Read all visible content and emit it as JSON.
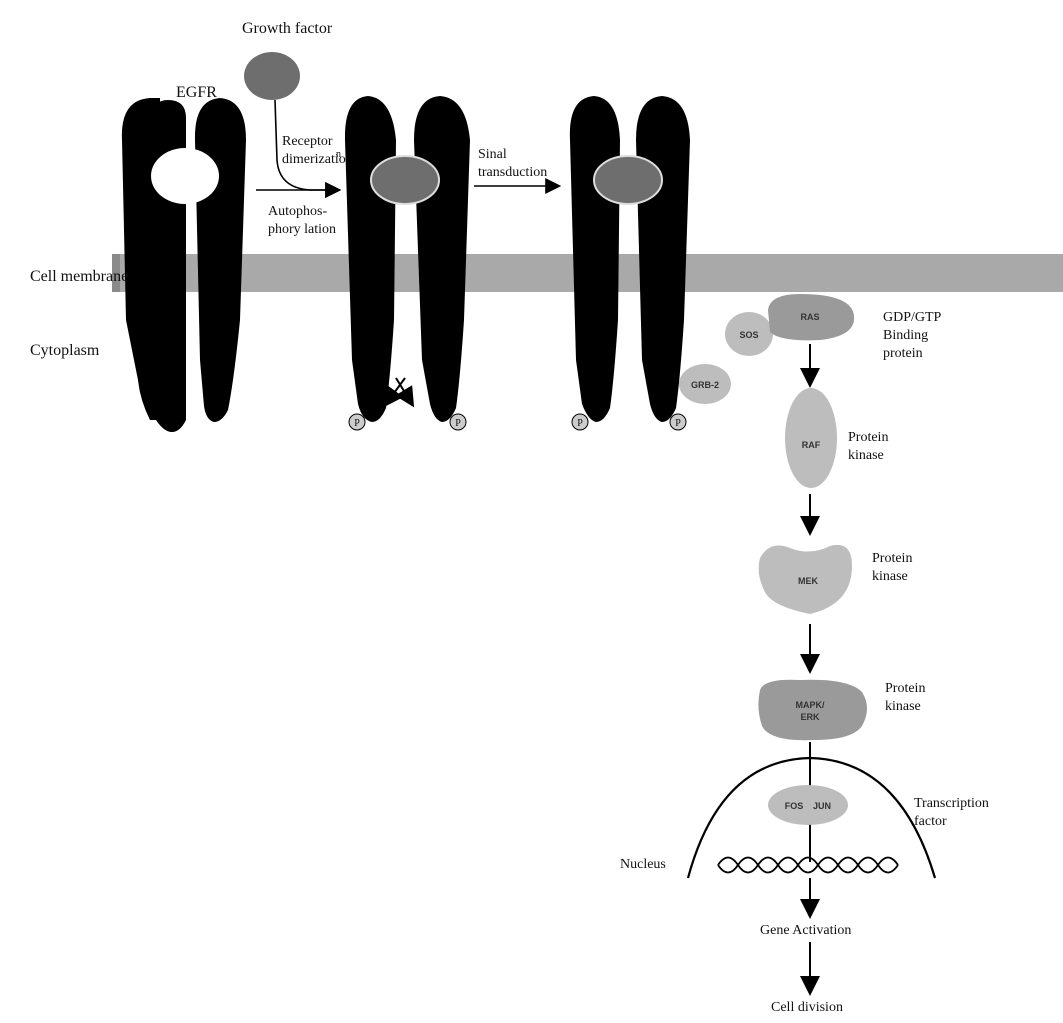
{
  "labels": {
    "growth_factor": "Growth factor",
    "egfr": "EGFR",
    "receptor_dimerization_1": "Receptor",
    "receptor_dimerization_2": "dimerizatio",
    "receptor_dimerization_n": "n",
    "autophos_1": "Autophos-",
    "autophos_2": "phory lation",
    "signal_1": "Sinal",
    "signal_2": "transduction",
    "cell_membrane": "Cell membrane",
    "cytoplasm": "Cytoplasm",
    "gdp_gtp_1": "GDP/GTP",
    "gdp_gtp_2": "Binding",
    "gdp_gtp_3": "protein",
    "raf_desc_1": "Protein",
    "raf_desc_2": "kinase",
    "mek_desc_1": "Protein",
    "mek_desc_2": "kinase",
    "mapk_desc_1": "Protein",
    "mapk_desc_2": "kinase",
    "transcription_1": "Transcription",
    "transcription_2": "factor",
    "nucleus": "Nucleus",
    "gene_activation": "Gene Activation",
    "cell_division": "Cell division",
    "phospho": "P"
  },
  "proteins": {
    "sos": "SOS",
    "ras": "RAS",
    "grb2": "GRB-2",
    "raf": "RAF",
    "mek": "MEK",
    "mapk_1": "MAPK/",
    "mapk_2": "ERK",
    "fos": "FOS",
    "jun": "JUN"
  },
  "colors": {
    "receptor": "#000000",
    "membrane": "#a9a9a9",
    "ligand": "#6e6e6e",
    "kinase": "#bdbdbd",
    "mapk": "#9a9a9a"
  }
}
